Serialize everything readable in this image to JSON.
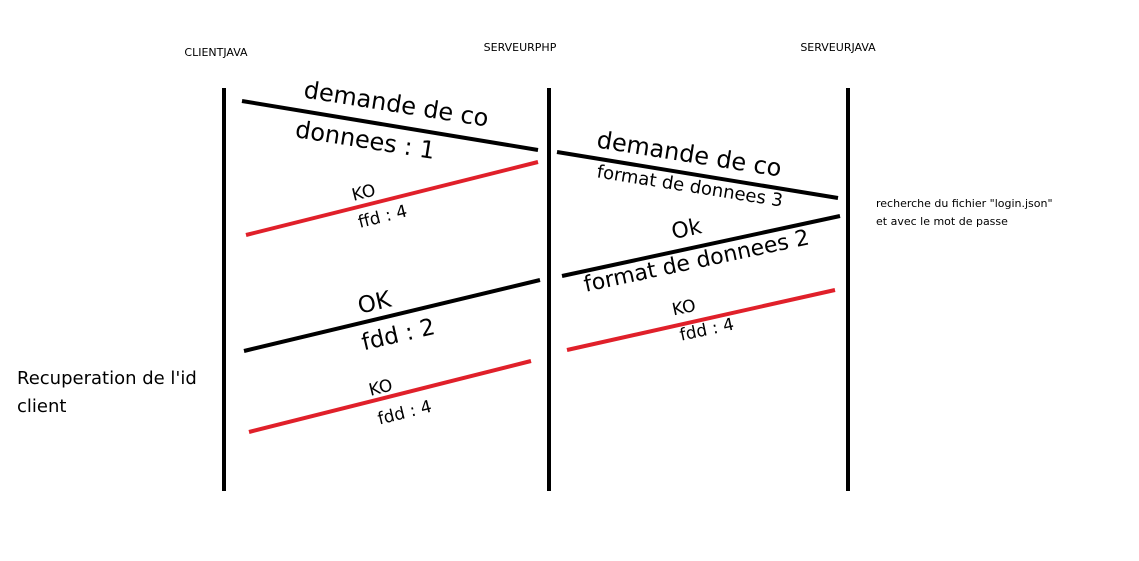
{
  "colors": {
    "background": "#ffffff",
    "lifeline": "#000000",
    "success": "#000000",
    "failure": "#e0202a"
  },
  "actors": [
    {
      "id": "clientjava",
      "label": "CLIENTJAVA"
    },
    {
      "id": "serveurphp",
      "label": "SERVEURPHP"
    },
    {
      "id": "serveurjava",
      "label": "SERVEURJAVA"
    }
  ],
  "messages": [
    {
      "id": "m1",
      "status": "success",
      "line1": "demande de co",
      "line2": "donnees : 1"
    },
    {
      "id": "m2",
      "status": "failure",
      "line1": "KO",
      "line2": "ffd : 4"
    },
    {
      "id": "m3",
      "status": "success",
      "line1": "demande de co",
      "line2": "format de donnees 3"
    },
    {
      "id": "m4",
      "status": "success",
      "line1": "Ok",
      "line2": "format de donnees 2"
    },
    {
      "id": "m5",
      "status": "failure",
      "line1": "KO",
      "line2": "fdd : 4"
    },
    {
      "id": "m6",
      "status": "success",
      "line1": "OK",
      "line2": "fdd : 2"
    },
    {
      "id": "m7",
      "status": "failure",
      "line1": "KO",
      "line2": "fdd : 4"
    }
  ],
  "notes": {
    "serveur_java": {
      "line1": "recherche du  fichier \"login.json\"",
      "line2": "et avec le mot de passe"
    },
    "client": {
      "line1": "Recuperation de l'id",
      "line2": "client"
    }
  }
}
